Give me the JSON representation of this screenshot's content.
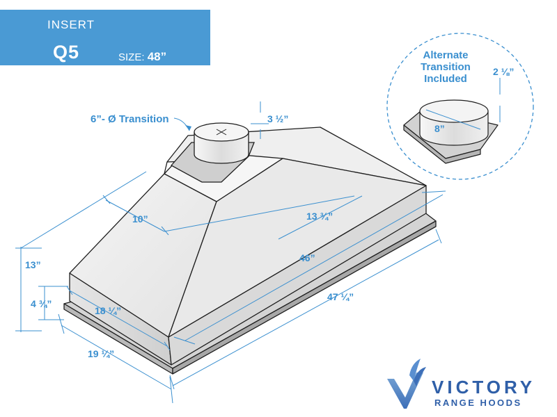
{
  "header": {
    "insert_label": "INSERT",
    "model": "Q5",
    "size_label": "SIZE:",
    "size_value": "48”"
  },
  "callouts": {
    "transition": "6”- Ø Transition",
    "alternate_line1": "Alternate",
    "alternate_line2": "Transition",
    "alternate_line3": "Included"
  },
  "dimensions": {
    "collar_height": "3 ½”",
    "alt_collar_height": "2 ⅛”",
    "alt_diameter": "8”",
    "top_depth": "10”",
    "top_width": "13 ¾”",
    "overall_height": "13”",
    "front_height": "4 ¾”",
    "body_width": "46”",
    "flange_width": "47 ¼”",
    "body_depth": "18 ¼”",
    "flange_depth": "19 ¼”"
  },
  "brand": {
    "name": "VICTORY",
    "tagline": "RANGE HOODS"
  },
  "colors": {
    "accent": "#4a9ad4",
    "dimension": "#3a8fcf",
    "outline": "#1e1e1e"
  }
}
